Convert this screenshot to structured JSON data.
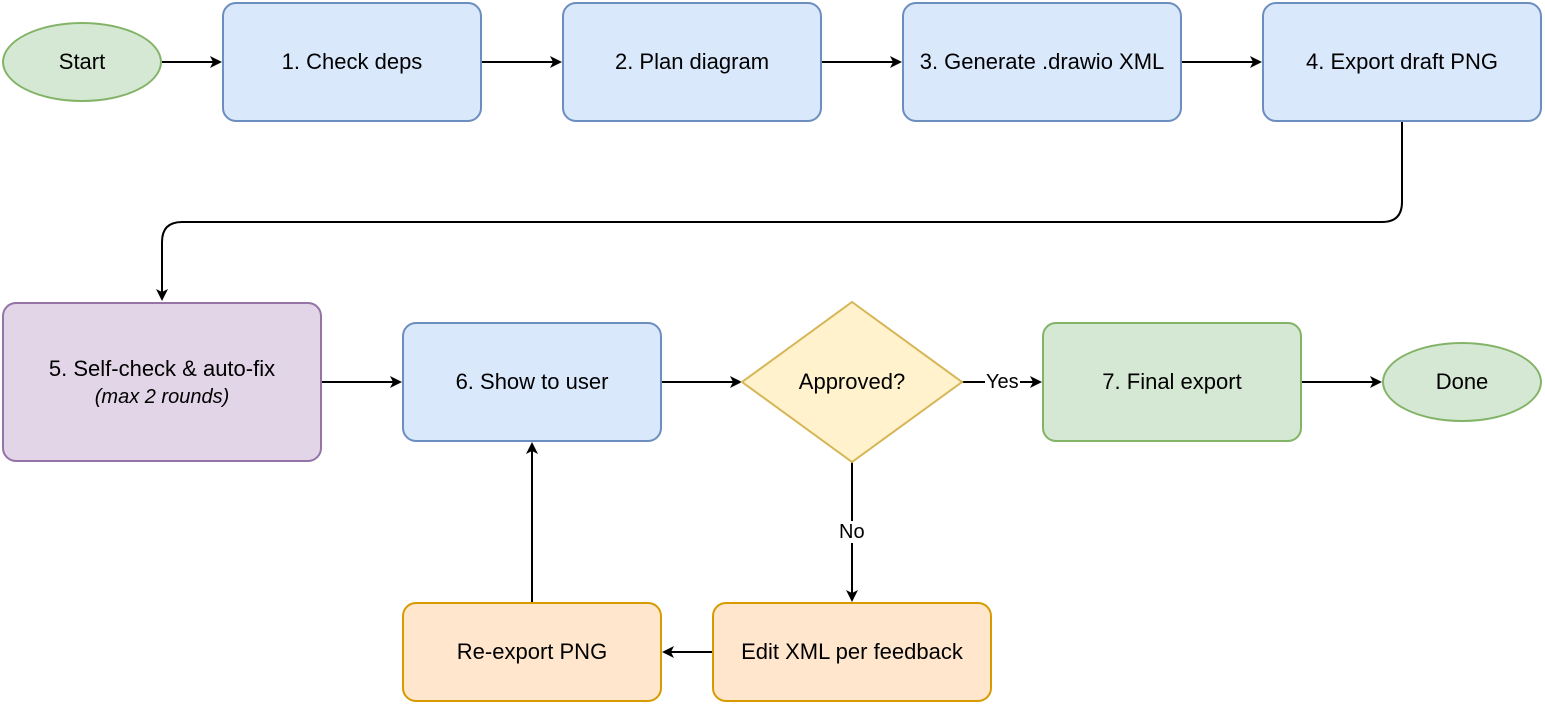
{
  "colors": {
    "green_fill": "#d5e8d4",
    "green_stroke": "#82b366",
    "blue_fill": "#dae8fc",
    "blue_stroke": "#6c8ebf",
    "purple_fill": "#e1d5e7",
    "purple_stroke": "#9673a6",
    "yellow_fill": "#fff2cc",
    "yellow_stroke": "#d6b656",
    "orange_fill": "#ffe6cc",
    "orange_stroke": "#d79b00",
    "edge": "#000000"
  },
  "nodes": {
    "start": "Start",
    "check_deps": "1. Check deps",
    "plan_diagram": "2. Plan diagram",
    "generate_xml": "3. Generate .drawio XML",
    "export_draft": "4. Export draft PNG",
    "self_check": "5. Self-check & auto-fix",
    "self_check_note": "(max 2 rounds)",
    "show_user": "6. Show to user",
    "approved": "Approved?",
    "final_export": "7. Final export",
    "done": "Done",
    "edit_xml": "Edit XML per feedback",
    "reexport": "Re-export PNG"
  },
  "edge_labels": {
    "yes": "Yes",
    "no": "No"
  },
  "edges": [
    {
      "from": "start",
      "to": "check_deps"
    },
    {
      "from": "check_deps",
      "to": "plan_diagram"
    },
    {
      "from": "plan_diagram",
      "to": "generate_xml"
    },
    {
      "from": "generate_xml",
      "to": "export_draft"
    },
    {
      "from": "export_draft",
      "to": "self_check"
    },
    {
      "from": "self_check",
      "to": "show_user"
    },
    {
      "from": "show_user",
      "to": "approved"
    },
    {
      "from": "approved",
      "to": "final_export",
      "label": "Yes"
    },
    {
      "from": "final_export",
      "to": "done"
    },
    {
      "from": "approved",
      "to": "edit_xml",
      "label": "No"
    },
    {
      "from": "edit_xml",
      "to": "reexport"
    },
    {
      "from": "reexport",
      "to": "show_user"
    }
  ]
}
